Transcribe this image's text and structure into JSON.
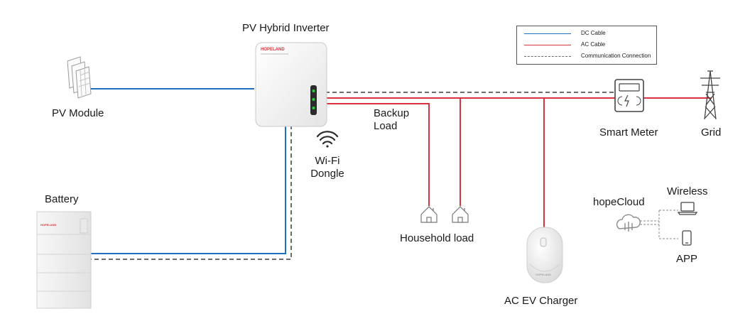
{
  "labels": {
    "inverter": "PV Hybrid Inverter",
    "pv_module": "PV Module",
    "wifi_line1": "Wi-Fi",
    "wifi_line2": "Dongle",
    "backup_line1": "Backup",
    "backup_line2": "Load",
    "household": "Household load",
    "smart_meter": "Smart Meter",
    "grid": "Grid",
    "battery": "Battery",
    "ev_charger": "AC EV Charger",
    "hopecloud": "hopeCloud",
    "wireless": "Wireless",
    "app": "APP"
  },
  "brand": {
    "inverter_logo": "HOPELAND",
    "battery_logo": "HOPELAND",
    "charger_logo": "HOPELAND"
  },
  "legend": {
    "items": [
      {
        "label": "DC Cable",
        "color": "#1f6fbf",
        "style": "solid"
      },
      {
        "label": "AC Cable",
        "color": "#d9333f",
        "style": "solid"
      },
      {
        "label": "Communication Connection",
        "color": "#6b6b6b",
        "style": "dashed"
      }
    ]
  },
  "colors": {
    "dc": "#1f6fbf",
    "ac": "#d9333f",
    "comm": "#6b6b6b",
    "led": "#2ecc40"
  },
  "icons": {
    "pv": "solar-panel-icon",
    "wifi": "wifi-icon",
    "house": "house-icon",
    "meter": "smart-meter-icon",
    "grid": "transmission-tower-icon",
    "cloud": "cloud-icon",
    "laptop": "laptop-icon",
    "phone": "phone-icon"
  }
}
